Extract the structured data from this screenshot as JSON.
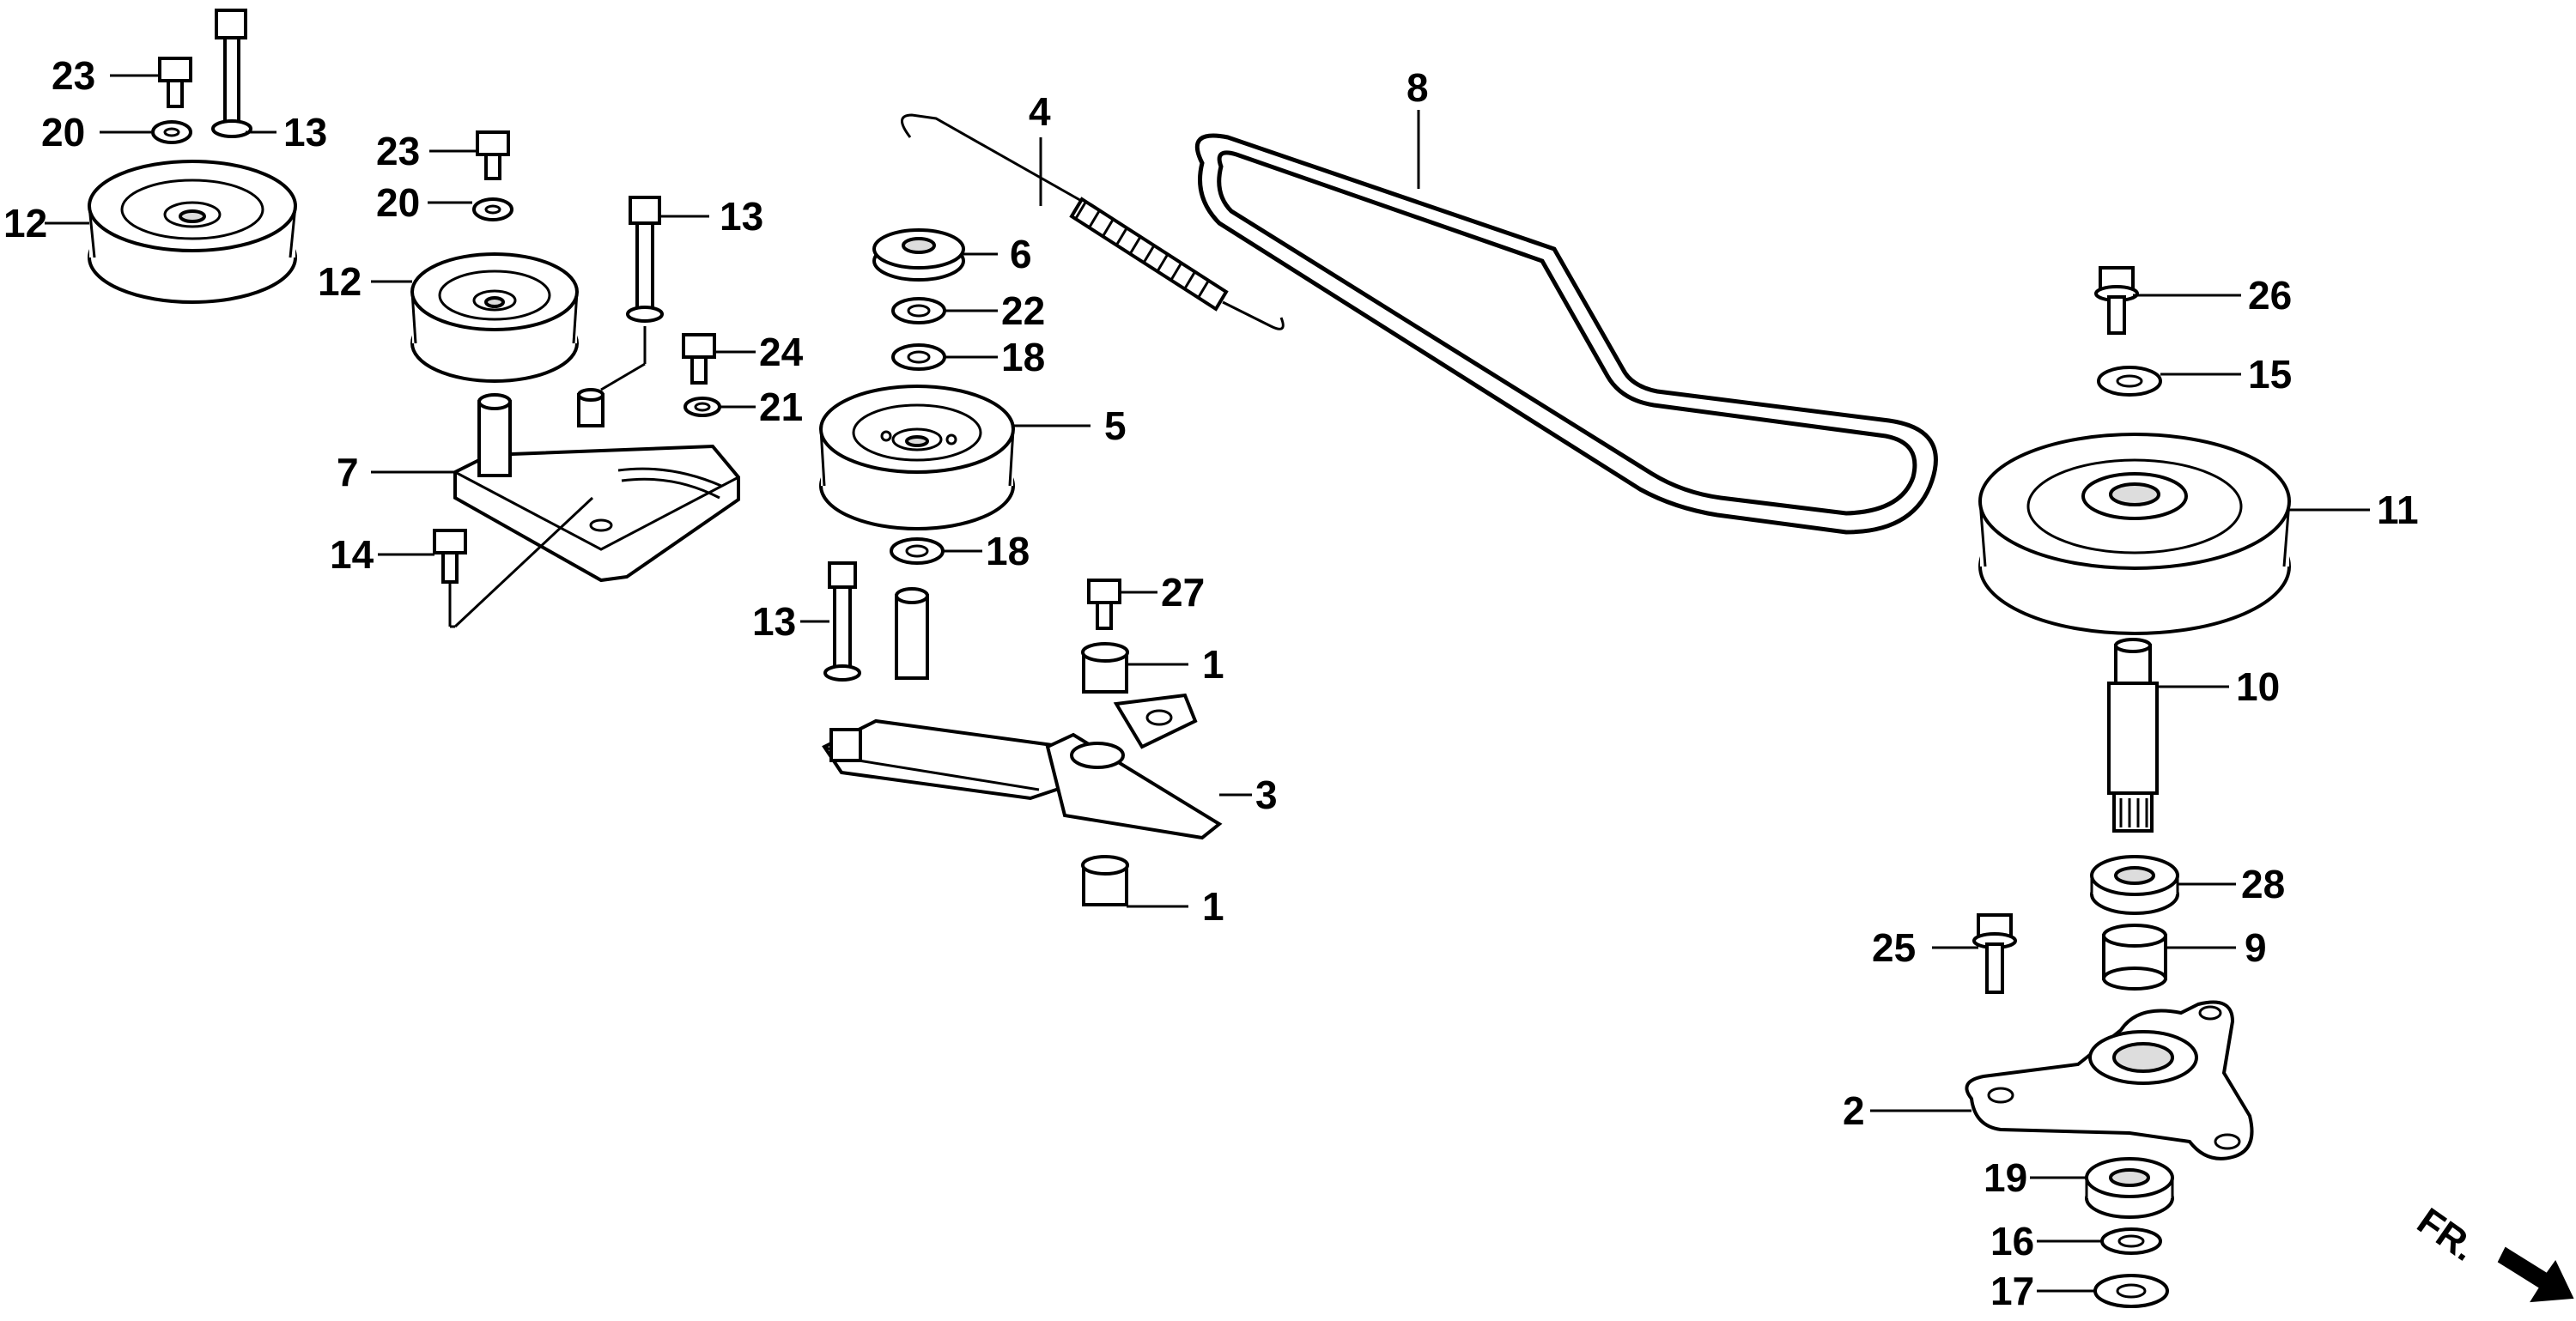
{
  "callouts": {
    "c1a": "1",
    "c1b": "1",
    "c2": "2",
    "c3": "3",
    "c4": "4",
    "c5": "5",
    "c6": "6",
    "c7": "7",
    "c8": "8",
    "c9": "9",
    "c10": "10",
    "c11": "11",
    "c12a": "12",
    "c12b": "12",
    "c13a": "13",
    "c13b": "13",
    "c13c": "13",
    "c14": "14",
    "c15": "15",
    "c16": "16",
    "c17": "17",
    "c18a": "18",
    "c18b": "18",
    "c19": "19",
    "c20a": "20",
    "c20b": "20",
    "c21": "21",
    "c22": "22",
    "c23a": "23",
    "c23b": "23",
    "c24": "24",
    "c25": "25",
    "c26": "26",
    "c27": "27",
    "c28": "28"
  },
  "direction_marker": {
    "label": "FR."
  }
}
